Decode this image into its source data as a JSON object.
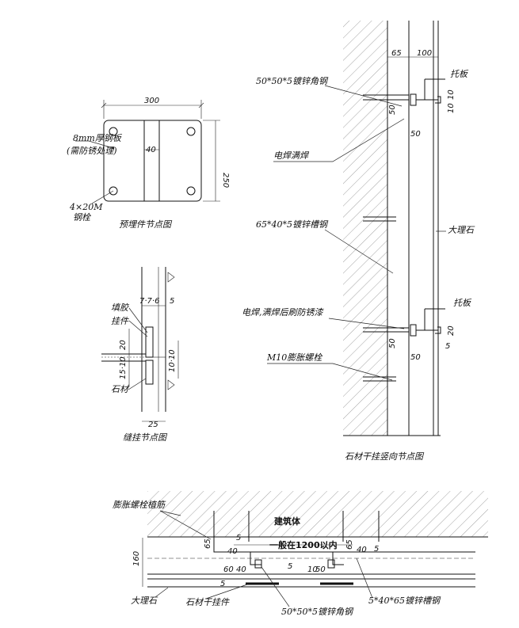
{
  "embedded_part": {
    "title": "预埋件节点图",
    "dim_width": "300",
    "dim_height": "250",
    "dim_center": "40",
    "label_plate_line1": "8mm厚钢板",
    "label_plate_line2": "(需防锈处理)",
    "label_bolt_line1": "4×20M",
    "label_bolt_line2": "钢栓"
  },
  "groove_node": {
    "title": "缝挂节点图",
    "dim_top": "7·7·6",
    "dim_top_right": "5",
    "dim_left_upper": "20",
    "dim_left_lower": "15·10",
    "dim_right": "10·10",
    "dim_bottom": "25",
    "label_fill": "填胶",
    "label_hanger": "挂件",
    "label_stone": "石材"
  },
  "vertical_node": {
    "title": "石材干挂竖向节点图",
    "dim_65": "65",
    "dim_100": "100",
    "dim_10": "10",
    "dim_10b": "10",
    "dim_50a": "50",
    "dim_50b": "50",
    "dim_50c": "50",
    "dim_50d": "50",
    "dim_20": "20",
    "dim_5": "5",
    "label_angle": "50*50*5镀锌角钢",
    "label_tray1": "托板",
    "label_weld": "电焊满焊",
    "label_channel": "65*40*5镀锌槽钢",
    "label_marble": "大理石",
    "label_weld_paint": "电焊,满焊后刷防锈漆",
    "label_tray2": "托板",
    "label_bolt": "M10膨胀螺栓"
  },
  "plan_node": {
    "label_anchor": "膨胀螺栓植筋",
    "label_building": "建筑体",
    "label_spacing": "一般在1200以内",
    "label_marble": "大理石",
    "label_hanger": "石材干挂件",
    "label_angle": "50*50*5镀锌角钢",
    "label_channel": "5*40*65镀锌槽钢",
    "dim_65a": "65",
    "dim_5a": "5",
    "dim_40a": "40",
    "dim_60": "60",
    "dim_40b": "40",
    "dim_5b": "5",
    "dim_5c": "5",
    "dim_10": "10",
    "dim_50": "50",
    "dim_65b": "65",
    "dim_40c": "40",
    "dim_5d": "5",
    "dim_160": "160"
  }
}
